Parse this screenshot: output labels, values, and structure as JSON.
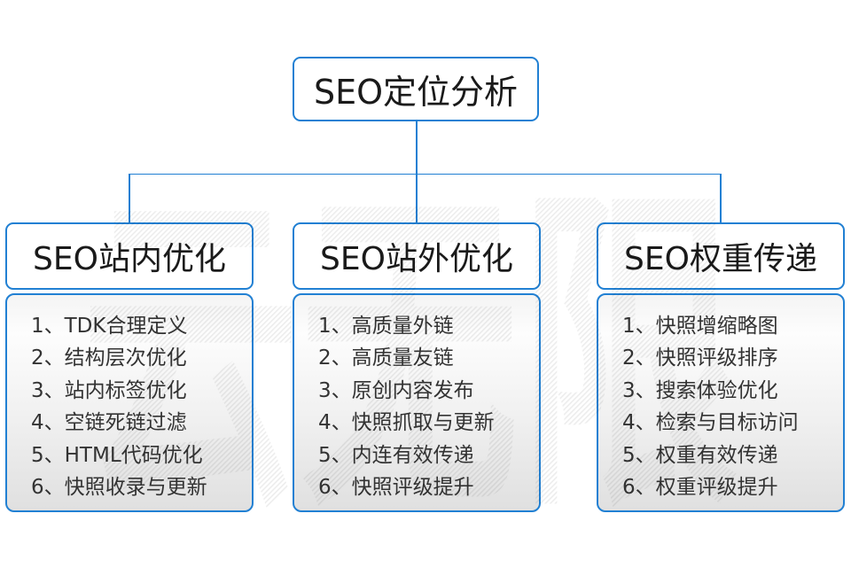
{
  "diagram": {
    "root": {
      "title": "SEO定位分析"
    },
    "branches": [
      {
        "title": "SEO站内优化",
        "items": [
          "1、TDK合理定义",
          "2、结构层次优化",
          "3、站内标签优化",
          "4、空链死链过滤",
          "5、HTML代码优化",
          "6、快照收录与更新"
        ]
      },
      {
        "title": "SEO站外优化",
        "items": [
          "1、高质量外链",
          "2、高质量友链",
          "3、原创内容发布",
          "4、快照抓取与更新",
          "5、内连有效传递",
          "6、快照评级提升"
        ]
      },
      {
        "title": "SEO权重传递",
        "items": [
          "1、快照增缩略图",
          "2、快照评级排序",
          "3、搜索体验优化",
          "4、检索与目标访问",
          "5、权重有效传递",
          "6、权重评级提升"
        ]
      }
    ]
  },
  "watermark": {
    "text": "云无限"
  },
  "colors": {
    "accent": "#2180d3",
    "heading_text": "#1a1a1a",
    "item_text": "#333333",
    "list_fill_top": "#ffffff",
    "list_fill_bottom": "#e0e0e0"
  }
}
